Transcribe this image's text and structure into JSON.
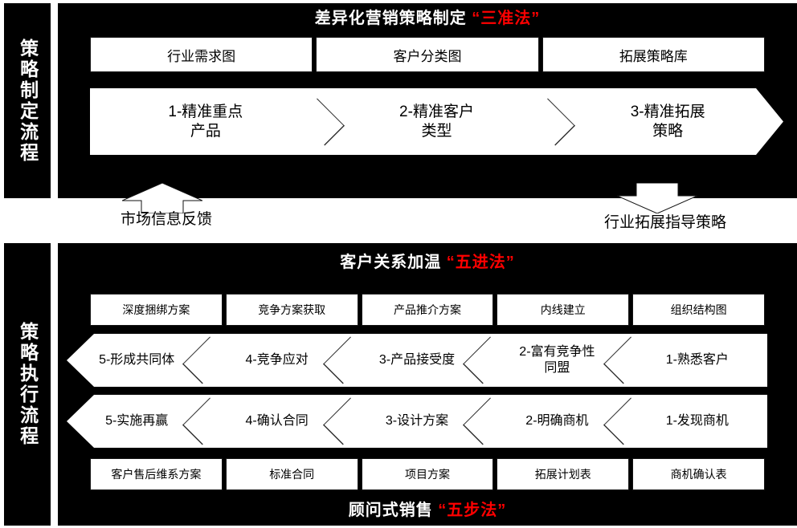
{
  "sections": {
    "top": {
      "sidebar_label": "策略制定流程",
      "title_main": "差异化营销策略制定",
      "title_accent": "“三准法”",
      "label_boxes": [
        "行业需求图",
        "客户分类图",
        "拓展策略库"
      ],
      "process_steps": [
        "1-精准重点\n产品",
        "2-精准客户\n类型",
        "3-精准拓展\n策略"
      ]
    },
    "bottom": {
      "sidebar_label": "策略执行流程",
      "title_main": "客户关系加温",
      "title_accent": "“五进法”",
      "footer_main": "顾问式销售",
      "footer_accent": "“五步法”",
      "upper_label_boxes": [
        "深度捆绑方案",
        "竞争方案获取",
        "产品推介方案",
        "内线建立",
        "组织结构图"
      ],
      "upper_process_steps": [
        "5-形成共同体",
        "4-竞争应对",
        "3-产品接受度",
        "2-富有竞争性\n同盟",
        "1-熟悉客户"
      ],
      "lower_process_steps": [
        "5-实施再赢",
        "4-确认合同",
        "3-设计方案",
        "2-明确商机",
        "1-发现商机"
      ],
      "lower_label_boxes": [
        "客户售后维系方案",
        "标准合同",
        "项目方案",
        "拓展计划表",
        "商机确认表"
      ]
    }
  },
  "connectors": {
    "up": {
      "label": "市场信息反馈",
      "direction": "up"
    },
    "down": {
      "label": "行业拓展指导策略",
      "direction": "down"
    }
  },
  "colors": {
    "background": "#000000",
    "panel_text": "#ffffff",
    "accent_red": "#ff0000",
    "box_fill": "#ffffff",
    "box_text": "#000000"
  }
}
